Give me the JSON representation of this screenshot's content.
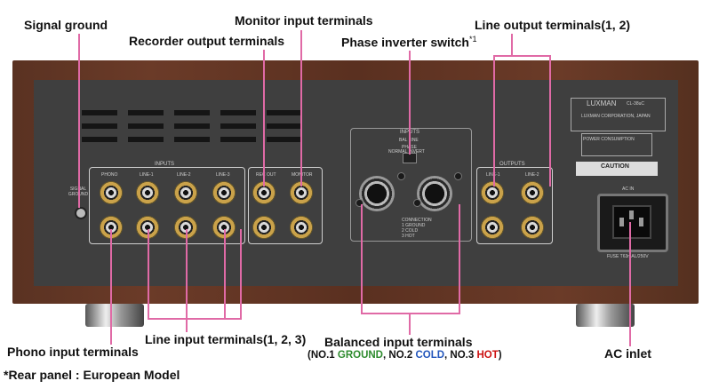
{
  "labels": {
    "signal_ground": "Signal ground",
    "monitor_input": "Monitor input terminals",
    "line_output": "Line output terminals(1, 2)",
    "recorder_output": "Recorder output terminals",
    "phase_inverter": "Phase inverter switch",
    "phase_inverter_mark": "*1",
    "phono_input": "Phono input terminals",
    "line_input": "Line input terminals(1, 2, 3)",
    "balanced_input": "Balanced input terminals",
    "ac_inlet": "AC inlet",
    "note": "*Rear panel : European Model"
  },
  "balanced_detail": {
    "open": "(NO.1 ",
    "ground": "GROUND",
    "sep1": ", NO.2 ",
    "cold": "COLD",
    "sep2": ", NO.3 ",
    "hot": "HOT",
    "close": ")"
  },
  "panel_text": {
    "inputs": "INPUTS",
    "phono": "PHONO",
    "line1": "LINE-1",
    "line2": "LINE-2",
    "line3": "LINE-3",
    "rec_out": "REC OUT",
    "monitor": "MONITOR",
    "outputs": "OUTPUTS",
    "out_line1": "LINE-1",
    "out_line2": "LINE-2",
    "bal_inputs": "INPUTS",
    "bal_line": "BAL LINE",
    "phase": "PHASE",
    "phase_modes": "NORMAL  INVERT",
    "signal_ground": "SIGNAL GROUND",
    "brand": "LUXMAN",
    "model": "CL-38uC",
    "maker": "LUXMAN CORPORATION, JAPAN",
    "power": "POWER CONSUMPTION",
    "caution": "CAUTION",
    "ac_in": "AC IN",
    "fuse": "FUSE T63mAL/250V",
    "connection": "CONNECTION",
    "conn1": "1 GROUND",
    "conn2": "2 COLD",
    "conn3": "3 HOT"
  },
  "colors": {
    "leader": "#e06aa6",
    "ground": "#2e8b2e",
    "cold": "#2255bb",
    "hot": "#cc1111",
    "wood": "#5a3222"
  }
}
